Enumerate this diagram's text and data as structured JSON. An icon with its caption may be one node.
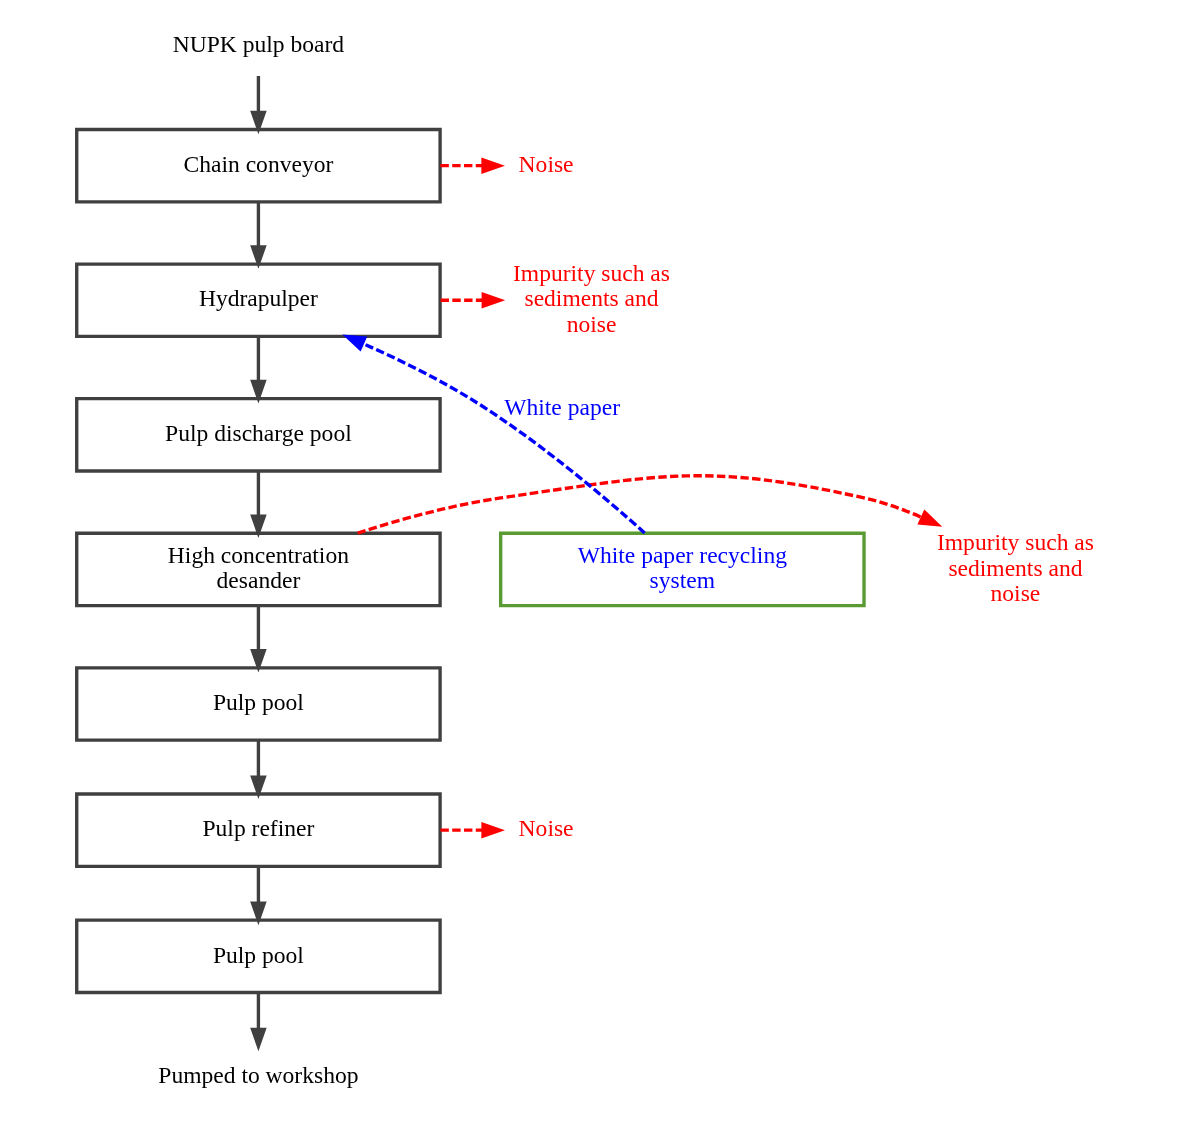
{
  "diagram": {
    "nodes": [
      {
        "text": [
          "NUPK pulp board"
        ]
      },
      {
        "text": [
          "Chain conveyor"
        ]
      },
      {
        "text": [
          "Hydrapulper"
        ]
      },
      {
        "text": [
          "Pulp discharge pool"
        ]
      },
      {
        "text": [
          "High concentration desander"
        ]
      },
      {
        "text": [
          "Pulp pool"
        ]
      },
      {
        "text": [
          "Pulp refiner"
        ]
      },
      {
        "text": [
          "Pulp pool"
        ]
      },
      {
        "text": [
          "Pumped to workshop"
        ]
      },
      {
        "text": [
          "Noise"
        ]
      },
      {
        "text": [
          "Impurity such as sediments and noise"
        ]
      },
      {
        "text": [
          "Impurity such as sediments and noise"
        ]
      },
      {
        "text": [
          "Noise"
        ]
      },
      {
        "text": [
          "White paper recycling system"
        ]
      }
    ],
    "edges": [
      {
        "from": 0,
        "to": 1,
        "arrow": "to"
      },
      {
        "from": 1,
        "to": 2,
        "arrow": "to"
      },
      {
        "from": 2,
        "to": 3,
        "arrow": "to"
      },
      {
        "from": 3,
        "to": 4,
        "arrow": "to"
      },
      {
        "from": 4,
        "to": 5,
        "arrow": "to"
      },
      {
        "from": 5,
        "to": 6,
        "arrow": "to"
      },
      {
        "from": 6,
        "to": 7,
        "arrow": "to"
      },
      {
        "from": 7,
        "to": 8,
        "arrow": "to"
      },
      {
        "from": 1,
        "to": 9,
        "arrow": "to",
        "style": "dashed",
        "color": "#ff0000"
      },
      {
        "from": 2,
        "to": 10,
        "arrow": "to",
        "style": "dashed",
        "color": "#ff0000"
      },
      {
        "from": 4,
        "to": 11,
        "arrow": "to",
        "style": "dashed",
        "color": "#ff0000"
      },
      {
        "from": 6,
        "to": 12,
        "arrow": "to",
        "style": "dashed",
        "color": "#ff0000"
      },
      {
        "from": 13,
        "to": 2,
        "arrow": "to",
        "style": "dashed",
        "color": "#0000ff",
        "label": "White paper"
      }
    ]
  }
}
